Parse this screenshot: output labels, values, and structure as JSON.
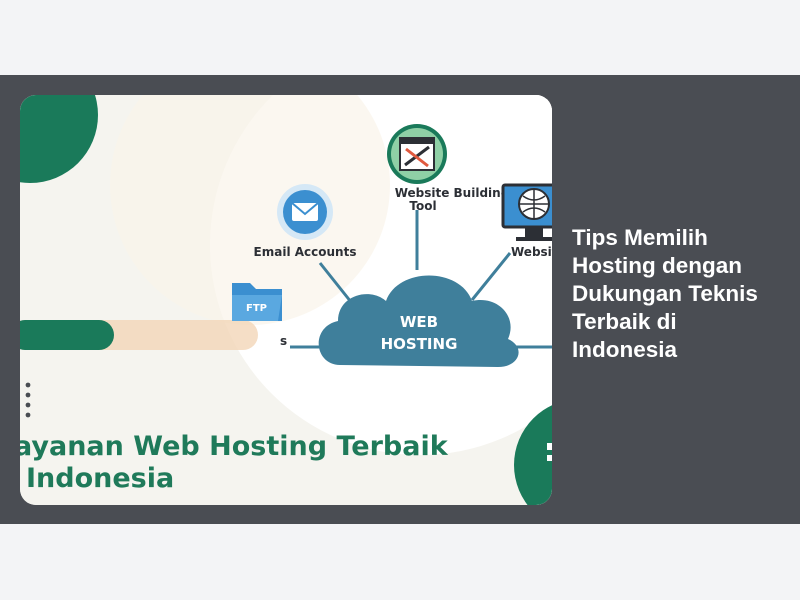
{
  "article": {
    "title": "Tips Memilih Hosting dengan Dukungan Teknis Terbaik di Indonesia"
  },
  "image": {
    "nodes": {
      "website_building_tool_line1": "Website Building",
      "website_building_tool_line2": "Tool",
      "email_accounts": "Email Accounts",
      "website_partial": "Websit",
      "ftp_partial": "FTP",
      "s_partial": "s"
    },
    "cloud": {
      "line1": "WEB",
      "line2": "HOSTING"
    },
    "banner": {
      "line1": "ayanan Web Hosting Terbaik",
      "line2": "Indonesia"
    }
  },
  "colors": {
    "band": "#4a4d53",
    "page": "#f3f4f6",
    "green": "#1a7a5a",
    "cloud": "#3f7f9b"
  }
}
